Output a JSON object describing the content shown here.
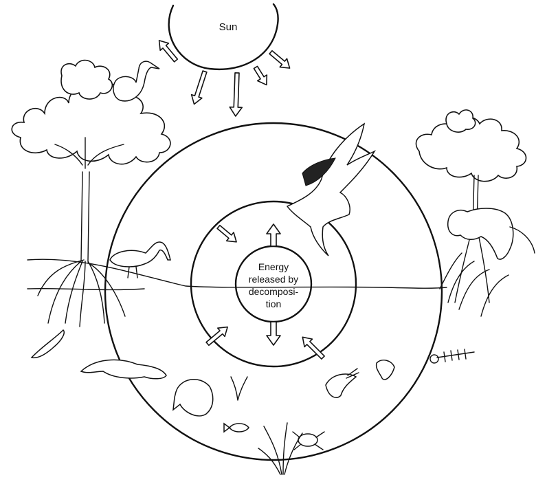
{
  "labels": {
    "sun": "Sun",
    "center_line1": "Energy",
    "center_line2": "released by",
    "center_line3": "decomposi-",
    "center_line4": "tion"
  },
  "colors": {
    "ink": "#111111",
    "background": "#ffffff"
  },
  "icons": [
    "sun-icon",
    "heron-icon",
    "ibis-icon",
    "eagle-icon",
    "monkey-icon",
    "otter-icon",
    "fish-icon",
    "small-fish-icon",
    "shrimp-icon",
    "crab-icon",
    "mangrove-tree-icon",
    "seagrass-icon"
  ]
}
